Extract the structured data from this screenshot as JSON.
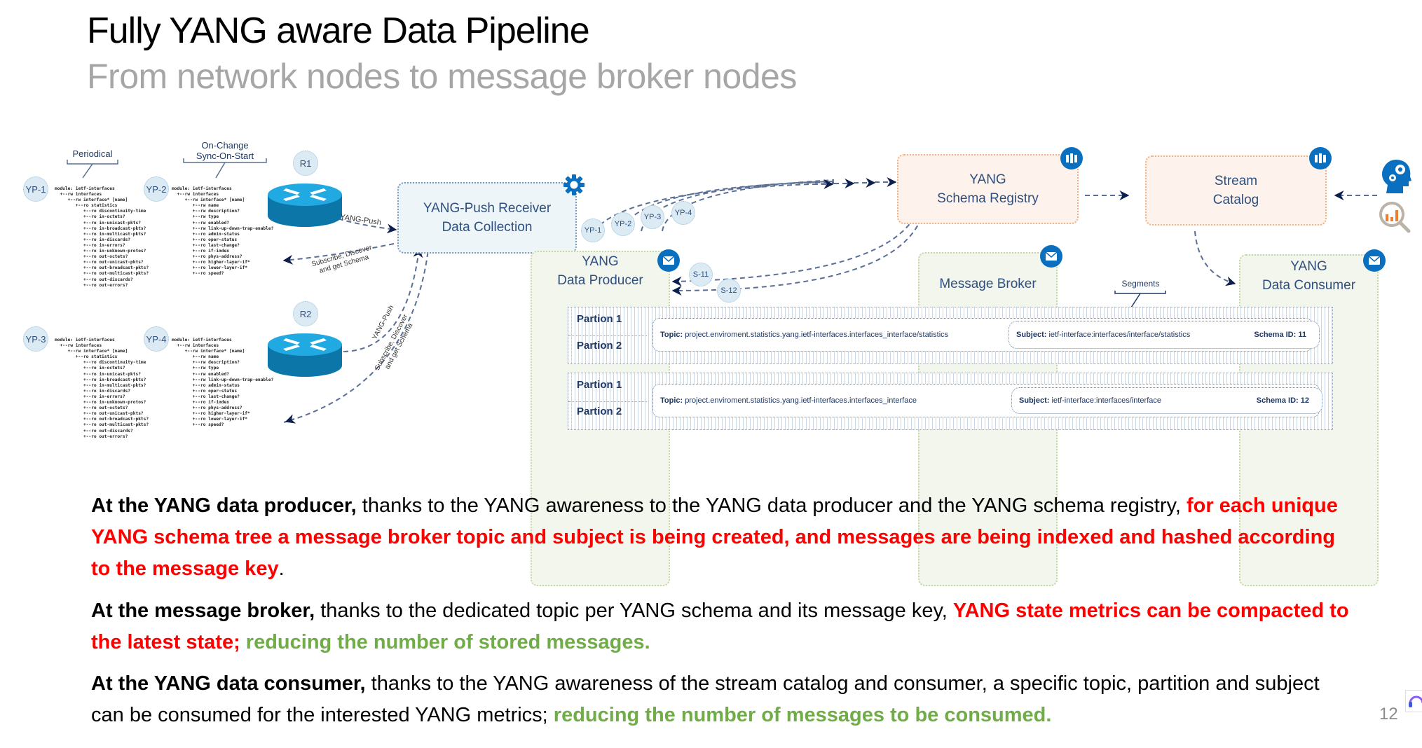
{
  "slide": {
    "title": "Fully YANG aware Data Pipeline",
    "subtitle": "From network nodes to message broker nodes",
    "page_number": "12"
  },
  "colors": {
    "node_text": "#2e4f7f",
    "arrow": "#0c1f4f",
    "badge_blue": "#0b6fc0",
    "emphasis_red": "#ff0000",
    "emphasis_green": "#70ad47",
    "subtitle_gray": "#a6a6a6"
  },
  "diagram": {
    "brackets": {
      "periodical": "Periodical",
      "on_change": [
        "On-Change",
        "Sync-On-Start"
      ],
      "segments": "Segments"
    },
    "routers": [
      {
        "id": "R1",
        "icon": "router-icon"
      },
      {
        "id": "R2",
        "icon": "router-icon"
      }
    ],
    "yang_push_labels": {
      "r1_push": "YANG-Push",
      "r1_subscribe": [
        "Subscribe, Discover",
        "and get Schema"
      ],
      "r2_push": "YANG-Push",
      "r2_subscribe": [
        "Subscribe, Discover",
        "and get Schema"
      ]
    },
    "yang_trees": [
      {
        "id": "YP-1",
        "lines": [
          "module: ietf-interfaces",
          "  +--rw interfaces",
          "     +--rw interface* [name]",
          "        +--ro statistics",
          "           +--ro discontinuity-time",
          "           +--ro in-octets?",
          "           +--ro in-unicast-pkts?",
          "           +--ro in-broadcast-pkts?",
          "           +--ro in-multicast-pkts?",
          "           +--ro in-discards?",
          "           +--ro in-errors?",
          "           +--ro in-unknown-protos?",
          "           +--ro out-octets?",
          "           +--ro out-unicast-pkts?",
          "           +--ro out-broadcast-pkts?",
          "           +--ro out-multicast-pkts?",
          "           +--ro out-discards?",
          "           +--ro out-errors?"
        ]
      },
      {
        "id": "YP-2",
        "lines": [
          "module: ietf-interfaces",
          "  +--rw interfaces",
          "     +--rw interface* [name]",
          "        +--rw name",
          "        +--rw description?",
          "        +--rw type",
          "        +--rw enabled?",
          "        +--rw link-up-down-trap-enable?",
          "        +--ro admin-status",
          "        +--ro oper-status",
          "        +--ro last-change?",
          "        +--ro if-index",
          "        +--ro phys-address?",
          "        +--ro higher-layer-if*",
          "        +--ro lower-layer-if*",
          "        +--ro speed?"
        ]
      },
      {
        "id": "YP-3",
        "lines": [
          "module: ietf-interfaces",
          "  +--rw interfaces",
          "     +--rw interface* [name]",
          "        +--ro statistics",
          "           +--ro discontinuity-time",
          "           +--ro in-octets?",
          "           +--ro in-unicast-pkts?",
          "           +--ro in-broadcast-pkts?",
          "           +--ro in-multicast-pkts?",
          "           +--ro in-discards?",
          "           +--ro in-errors?",
          "           +--ro in-unknown-protos?",
          "           +--ro out-octets?",
          "           +--ro out-unicast-pkts?",
          "           +--ro out-broadcast-pkts?",
          "           +--ro out-multicast-pkts?",
          "           +--ro out-discards?",
          "           +--ro out-errors?"
        ]
      },
      {
        "id": "YP-4",
        "lines": [
          "module: ietf-interfaces",
          "  +--rw interfaces",
          "     +--rw interface* [name]",
          "        +--rw name",
          "        +--rw description?",
          "        +--rw type",
          "        +--rw enabled?",
          "        +--rw link-up-down-trap-enable?",
          "        +--ro admin-status",
          "        +--ro oper-status",
          "        +--ro last-change?",
          "        +--ro if-index",
          "        +--ro phys-address?",
          "        +--ro higher-layer-if*",
          "        +--ro lower-layer-if*",
          "        +--ro speed?"
        ]
      }
    ],
    "nodes": {
      "receiver": {
        "lines": [
          "YANG-Push Receiver",
          "Data Collection"
        ],
        "icon": "gear-icon"
      },
      "producer": {
        "lines": [
          "YANG",
          "Data Producer"
        ],
        "icon": "envelope-icon"
      },
      "schema_registry": {
        "lines": [
          "YANG",
          "Schema Registry"
        ],
        "icon": "server-icon"
      },
      "stream_catalog": {
        "lines": [
          "Stream",
          "Catalog"
        ],
        "icon": "server-icon"
      },
      "message_broker": {
        "lines": [
          "Message Broker"
        ],
        "icon": "envelope-icon"
      },
      "consumer": {
        "lines": [
          "YANG",
          "Data Consumer"
        ],
        "icon": "envelope-icon"
      },
      "analytics": {
        "icons": [
          "head-gears-icon",
          "analytics-magnifier-icon"
        ]
      }
    },
    "producer_bubbles": [
      "YP-1",
      "YP-2",
      "YP-3",
      "YP-4"
    ],
    "schema_bubbles": [
      "S-11",
      "S-12"
    ],
    "topics": [
      {
        "partitions": [
          "Partion 1",
          "Partion 2"
        ],
        "topic_label": "Topic:",
        "topic": "project.enviroment.statistics.yang.ietf-interfaces.interfaces_interface/statistics",
        "subject_label": "Subject:",
        "subject": "ietf-interface:interfaces/interface/statistics",
        "schema_id_label": "Schema ID:",
        "schema_id": "11"
      },
      {
        "partitions": [
          "Partion 1",
          "Partion 2"
        ],
        "topic_label": "Topic:",
        "topic": "project.enviroment.statistics.yang.ietf-interfaces.interfaces_interface",
        "subject_label": "Subject:",
        "subject": "ietf-interface:interfaces/interface",
        "schema_id_label": "Schema ID:",
        "schema_id": "12"
      }
    ]
  },
  "body": {
    "producer": {
      "lead": "At the YANG data producer,",
      "normal": " thanks to the YANG awareness to the YANG data producer and the YANG schema registry, ",
      "red": "for each unique YANG schema tree a message broker topic and subject is being created, and messages are being indexed and hashed according to the message key",
      "end": "."
    },
    "broker": {
      "lead": "At the message broker,",
      "normal": " thanks to the dedicated topic per YANG schema and its message key, ",
      "red": "YANG state metrics can be compacted to the latest state;",
      "green": " reducing the number of stored messages."
    },
    "consumer": {
      "lead": "At the YANG data consumer,",
      "normal": " thanks to the YANG awareness of the stream catalog and consumer, a specific topic, partition and subject can be consumed for the interested YANG metrics; ",
      "green": "reducing the number of messages to be consumed."
    }
  }
}
